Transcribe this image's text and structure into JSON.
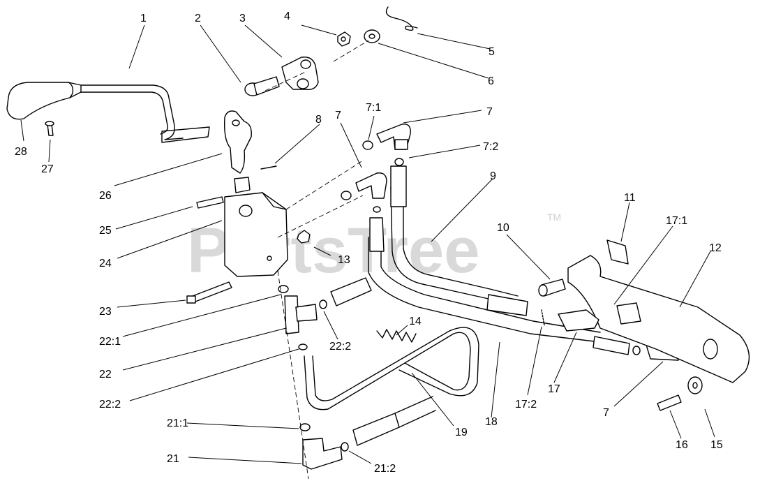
{
  "watermark": {
    "text": "PartsTree",
    "trademark": "TM"
  },
  "callouts": {
    "c1": "1",
    "c2": "2",
    "c3": "3",
    "c4": "4",
    "c5": "5",
    "c6": "6",
    "c7_top": "7:1",
    "c7a": "7",
    "c7b": "7",
    "c7_2": "7:2",
    "c7c": "7",
    "c8": "8",
    "c9": "9",
    "c10": "10",
    "c11": "11",
    "c12": "12",
    "c13": "13",
    "c14": "14",
    "c15": "15",
    "c16": "16",
    "c17": "17",
    "c17_1": "17:1",
    "c17_2": "17:2",
    "c18": "18",
    "c19": "19",
    "c21": "21",
    "c21_1": "21:1",
    "c21_2": "21:2",
    "c22": "22",
    "c22_1": "22:1",
    "c22_2a": "22:2",
    "c22_2b": "22:2",
    "c23": "23",
    "c24": "24",
    "c25": "25",
    "c26": "26",
    "c27": "27",
    "c28": "28"
  },
  "colors": {
    "line": "#000000",
    "watermark": "#d9d9d9",
    "background": "#ffffff"
  }
}
